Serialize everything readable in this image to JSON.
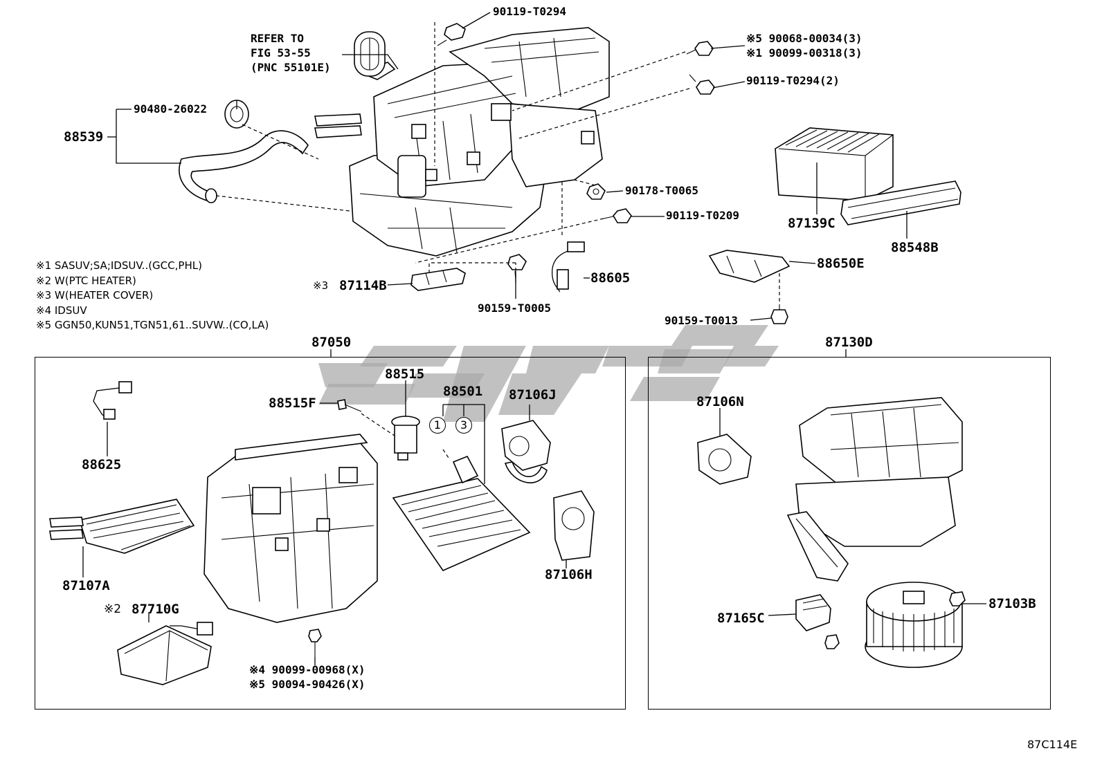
{
  "diagram_code": "87C114E",
  "refer": {
    "line1": "REFER TO",
    "line2": "FIG 53-55",
    "line3": "(PNC 55101E)"
  },
  "top_parts": {
    "bolt_top": "90119-T0294",
    "bolt_r1": "※5 90068-00034(3)",
    "bolt_r2": "※1 90099-00318(3)",
    "bolt_r3": "90119-T0294(2)",
    "grommet": "90480-26022",
    "hose": "88539",
    "nut": "90178-T0065",
    "bolt_mid": "90119-T0209",
    "filter": "87139C",
    "filter_cover": "88548B",
    "sensor_bracket": "88650E",
    "bolt_sensor": "90159-T0013",
    "harness": "88605",
    "bolt_bottom": "90159-T0005",
    "cover_prefix": "※3",
    "cover": "87114B"
  },
  "notes": [
    "※1 SASUV;SA;IDSUV..(GCC,PHL)",
    "※2 W(PTC HEATER)",
    "※3 W(HEATER COVER)",
    "※4 IDSUV",
    "※5 GGN50,KUN51,TGN51,61..SUVW..(CO,LA)"
  ],
  "left_box": {
    "title": "87050",
    "sensor": "88625",
    "valve": "88515",
    "valve_bolt": "88515F",
    "evaporator": "88501",
    "circle_1": "1",
    "circle_3": "3",
    "servo_j": "87106J",
    "servo_h": "87106H",
    "heater_core": "87107A",
    "ptc_prefix": "※2",
    "ptc": "87710G",
    "screw_1": "※4 90099-00968(X)",
    "screw_2": "※5 90094-90426(X)"
  },
  "right_box": {
    "title": "87130D",
    "servo_n": "87106N",
    "resistor": "87165C",
    "blower_motor": "87103B"
  }
}
